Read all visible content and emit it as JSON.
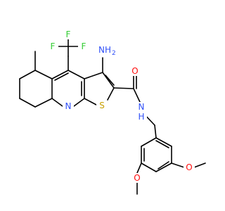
{
  "atoms": {
    "f1": {
      "text": "F"
    },
    "f2": {
      "text": "F"
    },
    "f3": {
      "text": "F"
    },
    "nh2": {
      "text": "NH"
    },
    "nh2_sub": {
      "text": "2"
    },
    "n_ring": {
      "text": "N"
    },
    "s_ring": {
      "text": "S"
    },
    "o_carbonyl": {
      "text": "O"
    },
    "n_amide": {
      "text": "N"
    },
    "h_amide": {
      "text": "H"
    },
    "o_methoxy1": {
      "text": "O"
    },
    "o_methoxy2": {
      "text": "O"
    }
  },
  "colors": {
    "bond": "#000000",
    "fluorine": "#33cc33",
    "nitrogen": "#3050f8",
    "sulfur": "#c8a000",
    "oxygen": "#ff0d0d"
  }
}
